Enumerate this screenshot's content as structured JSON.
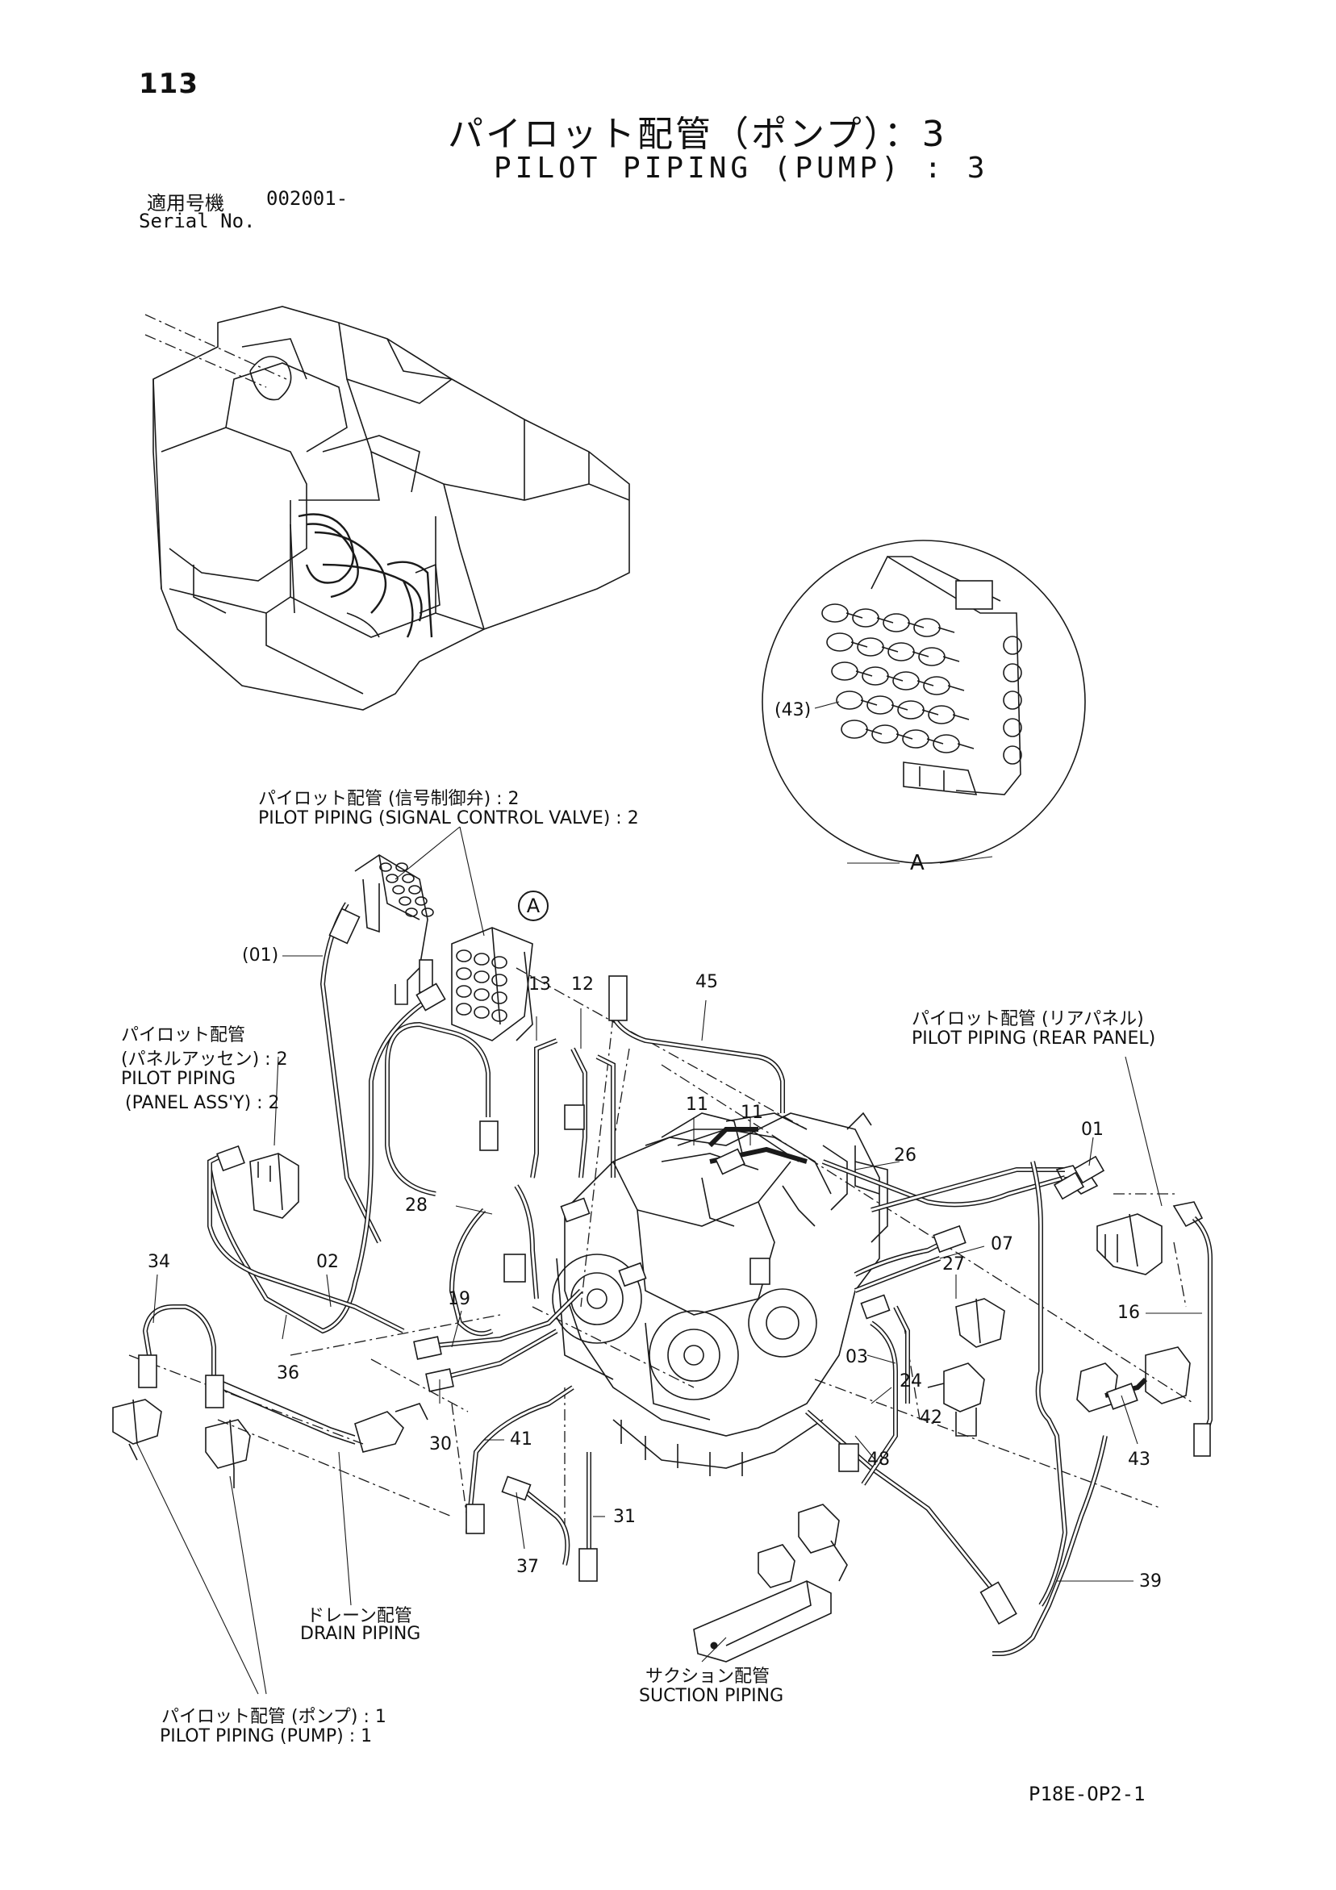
{
  "page": {
    "number": "113",
    "title_jp": "パイロット配管（ポンプ）：3",
    "title_en": "PILOT PIPING (PUMP) : 3",
    "serial_label_jp": "適用号機",
    "serial_value": "002001-",
    "serial_label_en": "Serial No.",
    "doc_code": "P18E-OP2-1"
  },
  "callouts": {
    "signal_valve_jp": "パイロット配管 (信号制御弁) : 2",
    "signal_valve_en": "PILOT PIPING (SIGNAL CONTROL VALVE) : 2",
    "panel_jp_1": "パイロット配管",
    "panel_jp_2": "(パネルアッセン) : 2",
    "panel_en_1": "PILOT PIPING",
    "panel_en_2": "(PANEL ASS'Y) : 2",
    "rear_panel_jp": "パイロット配管 (リアパネル)",
    "rear_panel_en": "PILOT PIPING (REAR PANEL)",
    "drain_jp": "ドレーン配管",
    "drain_en": "DRAIN PIPING",
    "suction_jp": "サクション配管",
    "suction_en": "SUCTION PIPING",
    "pump_jp": "パイロット配管 (ポンプ) : 1",
    "pump_en": "PILOT PIPING (PUMP) : 1",
    "detail_marker": "A",
    "detail_circle_marker": "A",
    "detail_part": "(43)"
  },
  "part_numbers": {
    "p01_paren": "(01)",
    "p13": "13",
    "p12": "12",
    "p45": "45",
    "p11a": "11",
    "p11b": "11",
    "p26": "26",
    "p01": "01",
    "p07": "07",
    "p28": "28",
    "p27": "27",
    "p34": "34",
    "p02": "02",
    "p19": "19",
    "p16": "16",
    "p36": "36",
    "p03": "03",
    "p24": "24",
    "p42": "42",
    "p30": "30",
    "p41": "41",
    "p48": "48",
    "p43": "43",
    "p31": "31",
    "p37": "37",
    "p39": "39"
  }
}
